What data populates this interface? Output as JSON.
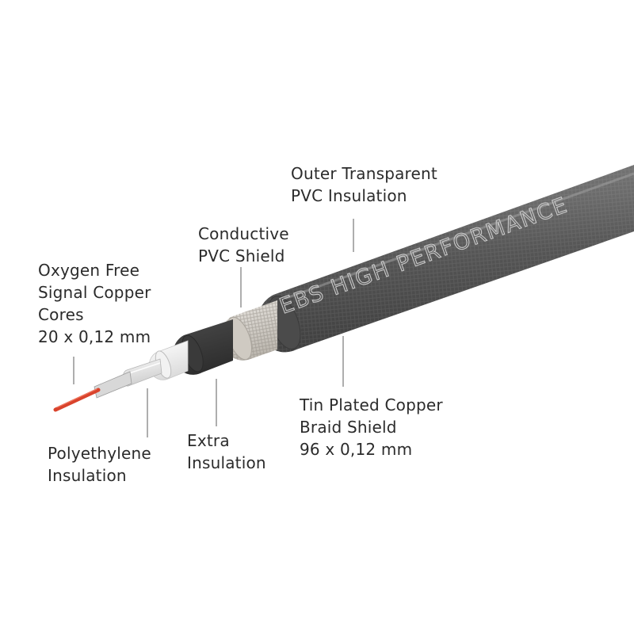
{
  "labels": {
    "outer_insulation": [
      "Outer Transparent",
      "PVC Insulation"
    ],
    "conductive_shield": [
      "Conductive",
      "PVC Shield"
    ],
    "copper_cores": [
      "Oxygen Free",
      "Signal Copper",
      "Cores",
      "20 x 0,12 mm"
    ],
    "braid_shield": [
      "Tin Plated Copper",
      "Braid Shield",
      "96 x 0,12 mm"
    ],
    "extra_insulation": [
      "Extra",
      "Insulation"
    ],
    "polyethylene_insulation": [
      "Polyethylene",
      "Insulation"
    ]
  },
  "cable_print": "EBS HIGH PERFORMANCE",
  "colors": {
    "jacket": "#5a5a5a",
    "braid": "#d6d2cc",
    "conductive_shield": "#3d3d3d",
    "extra_insulation": "#f4f4f4",
    "polyethylene": "#e6e6e6",
    "copper_core": "#d9432c",
    "leader_line": "#9a9a9a",
    "text": "#2b2b2b"
  }
}
